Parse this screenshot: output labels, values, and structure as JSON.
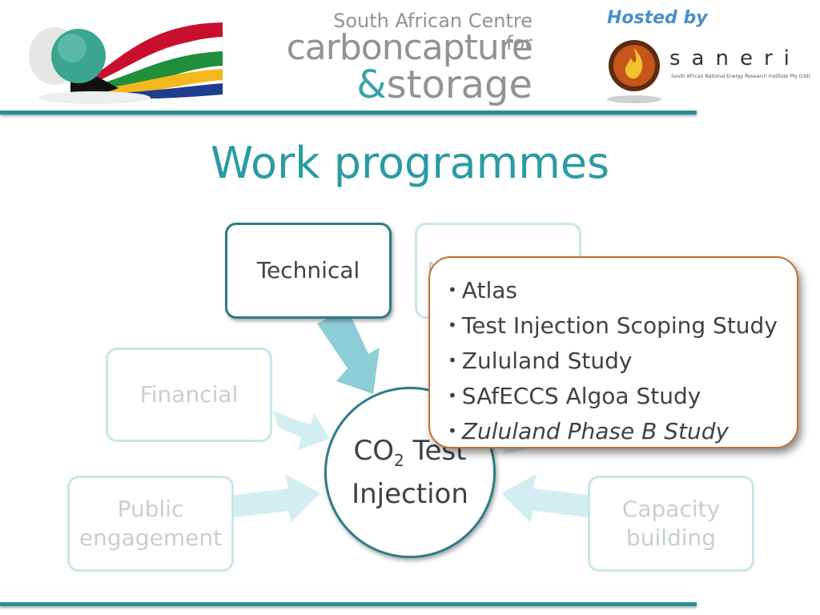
{
  "header": {
    "logo_line1": "South African Centre for",
    "logo_line2": "carboncapture",
    "logo_amp": "&",
    "logo_line3": "storage",
    "hosted_by": "Hosted by",
    "saneri_name": "saneri",
    "saneri_subtitle": "South African National Energy Research Institute Pty (Ltd)"
  },
  "title": "Work programmes",
  "nodes": {
    "technical": "Technical",
    "second_top_partial": "M",
    "financial": "Financial",
    "public_engagement_line1": "Public",
    "public_engagement_line2": "engagement",
    "capacity_building_line1": "Capacity",
    "capacity_building_line2": "building",
    "center_co": "CO",
    "center_sub": "2",
    "center_test": " Test",
    "center_line2": "Injection"
  },
  "callout": {
    "items": [
      {
        "text": "Atlas",
        "italic": false
      },
      {
        "text": "Test Injection Scoping Study",
        "italic": false
      },
      {
        "text": "Zululand Study",
        "italic": false
      },
      {
        "text": "SAfECCS Algoa Study",
        "italic": false
      },
      {
        "text": "Zululand Phase B Study",
        "italic": true
      }
    ]
  },
  "colors": {
    "accent_teal": "#2a9ba3",
    "rule": "#2c8f95",
    "callout_border": "#c3712f",
    "arrow_light": "#d3eef1",
    "arrow_active": "#8dcdd6"
  }
}
